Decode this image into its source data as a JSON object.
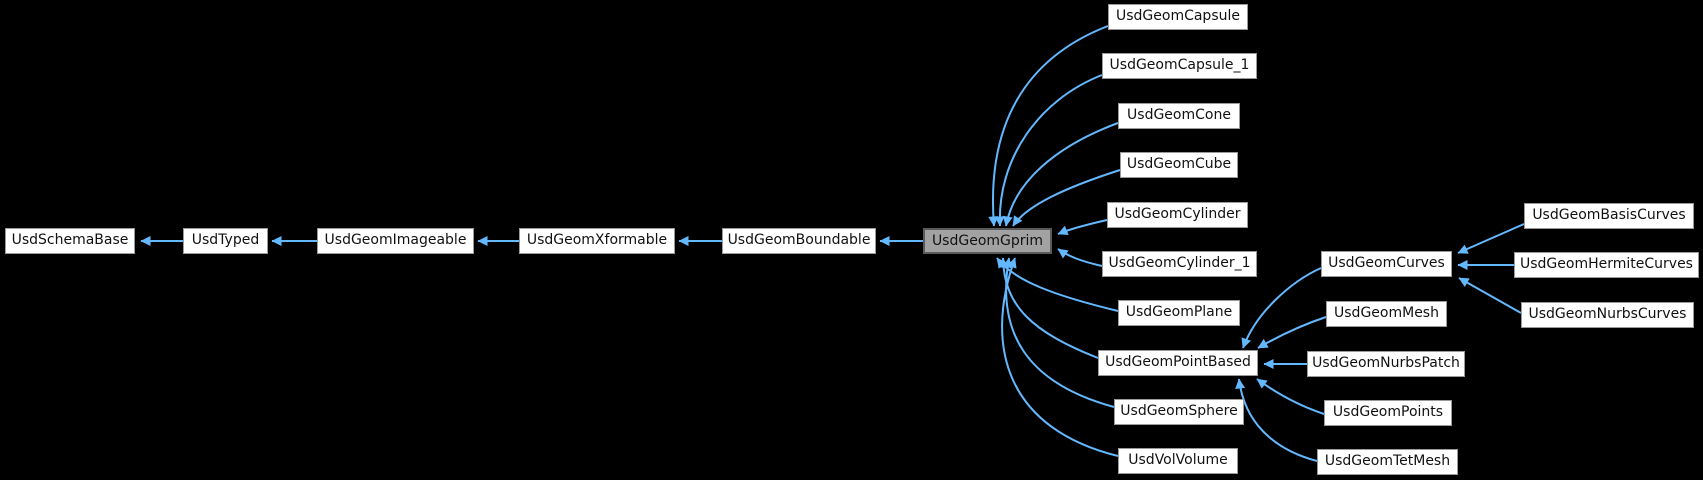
{
  "diagram": {
    "type": "inheritance-graph",
    "highlighted_node": "UsdGeomGprim",
    "colors": {
      "edge": "#63b8ff",
      "node_fill": "#ffffff",
      "node_border": "#9a9a9a",
      "highlight_fill": "#a2a2a2",
      "highlight_border": "#5a5a5a",
      "text": "#111111",
      "background": "#000000"
    },
    "nodes": [
      {
        "id": "UsdSchemaBase",
        "label": "UsdSchemaBase"
      },
      {
        "id": "UsdTyped",
        "label": "UsdTyped"
      },
      {
        "id": "UsdGeomImageable",
        "label": "UsdGeomImageable"
      },
      {
        "id": "UsdGeomXformable",
        "label": "UsdGeomXformable"
      },
      {
        "id": "UsdGeomBoundable",
        "label": "UsdGeomBoundable"
      },
      {
        "id": "UsdGeomGprim",
        "label": "UsdGeomGprim"
      },
      {
        "id": "UsdGeomCapsule",
        "label": "UsdGeomCapsule"
      },
      {
        "id": "UsdGeomCapsule_1",
        "label": "UsdGeomCapsule_1"
      },
      {
        "id": "UsdGeomCone",
        "label": "UsdGeomCone"
      },
      {
        "id": "UsdGeomCube",
        "label": "UsdGeomCube"
      },
      {
        "id": "UsdGeomCylinder",
        "label": "UsdGeomCylinder"
      },
      {
        "id": "UsdGeomCylinder_1",
        "label": "UsdGeomCylinder_1"
      },
      {
        "id": "UsdGeomPlane",
        "label": "UsdGeomPlane"
      },
      {
        "id": "UsdGeomPointBased",
        "label": "UsdGeomPointBased"
      },
      {
        "id": "UsdGeomSphere",
        "label": "UsdGeomSphere"
      },
      {
        "id": "UsdVolVolume",
        "label": "UsdVolVolume"
      },
      {
        "id": "UsdGeomCurves",
        "label": "UsdGeomCurves"
      },
      {
        "id": "UsdGeomMesh",
        "label": "UsdGeomMesh"
      },
      {
        "id": "UsdGeomNurbsPatch",
        "label": "UsdGeomNurbsPatch"
      },
      {
        "id": "UsdGeomPoints",
        "label": "UsdGeomPoints"
      },
      {
        "id": "UsdGeomTetMesh",
        "label": "UsdGeomTetMesh"
      },
      {
        "id": "UsdGeomBasisCurves",
        "label": "UsdGeomBasisCurves"
      },
      {
        "id": "UsdGeomHermiteCurves",
        "label": "UsdGeomHermiteCurves"
      },
      {
        "id": "UsdGeomNurbsCurves",
        "label": "UsdGeomNurbsCurves"
      }
    ],
    "edges": [
      {
        "from": "UsdTyped",
        "to": "UsdSchemaBase"
      },
      {
        "from": "UsdGeomImageable",
        "to": "UsdTyped"
      },
      {
        "from": "UsdGeomXformable",
        "to": "UsdGeomImageable"
      },
      {
        "from": "UsdGeomBoundable",
        "to": "UsdGeomXformable"
      },
      {
        "from": "UsdGeomGprim",
        "to": "UsdGeomBoundable"
      },
      {
        "from": "UsdGeomCapsule",
        "to": "UsdGeomGprim"
      },
      {
        "from": "UsdGeomCapsule_1",
        "to": "UsdGeomGprim"
      },
      {
        "from": "UsdGeomCone",
        "to": "UsdGeomGprim"
      },
      {
        "from": "UsdGeomCube",
        "to": "UsdGeomGprim"
      },
      {
        "from": "UsdGeomCylinder",
        "to": "UsdGeomGprim"
      },
      {
        "from": "UsdGeomCylinder_1",
        "to": "UsdGeomGprim"
      },
      {
        "from": "UsdGeomPlane",
        "to": "UsdGeomGprim"
      },
      {
        "from": "UsdGeomPointBased",
        "to": "UsdGeomGprim"
      },
      {
        "from": "UsdGeomSphere",
        "to": "UsdGeomGprim"
      },
      {
        "from": "UsdVolVolume",
        "to": "UsdGeomGprim"
      },
      {
        "from": "UsdGeomCurves",
        "to": "UsdGeomPointBased"
      },
      {
        "from": "UsdGeomMesh",
        "to": "UsdGeomPointBased"
      },
      {
        "from": "UsdGeomNurbsPatch",
        "to": "UsdGeomPointBased"
      },
      {
        "from": "UsdGeomPoints",
        "to": "UsdGeomPointBased"
      },
      {
        "from": "UsdGeomTetMesh",
        "to": "UsdGeomPointBased"
      },
      {
        "from": "UsdGeomBasisCurves",
        "to": "UsdGeomCurves"
      },
      {
        "from": "UsdGeomHermiteCurves",
        "to": "UsdGeomCurves"
      },
      {
        "from": "UsdGeomNurbsCurves",
        "to": "UsdGeomCurves"
      }
    ]
  }
}
